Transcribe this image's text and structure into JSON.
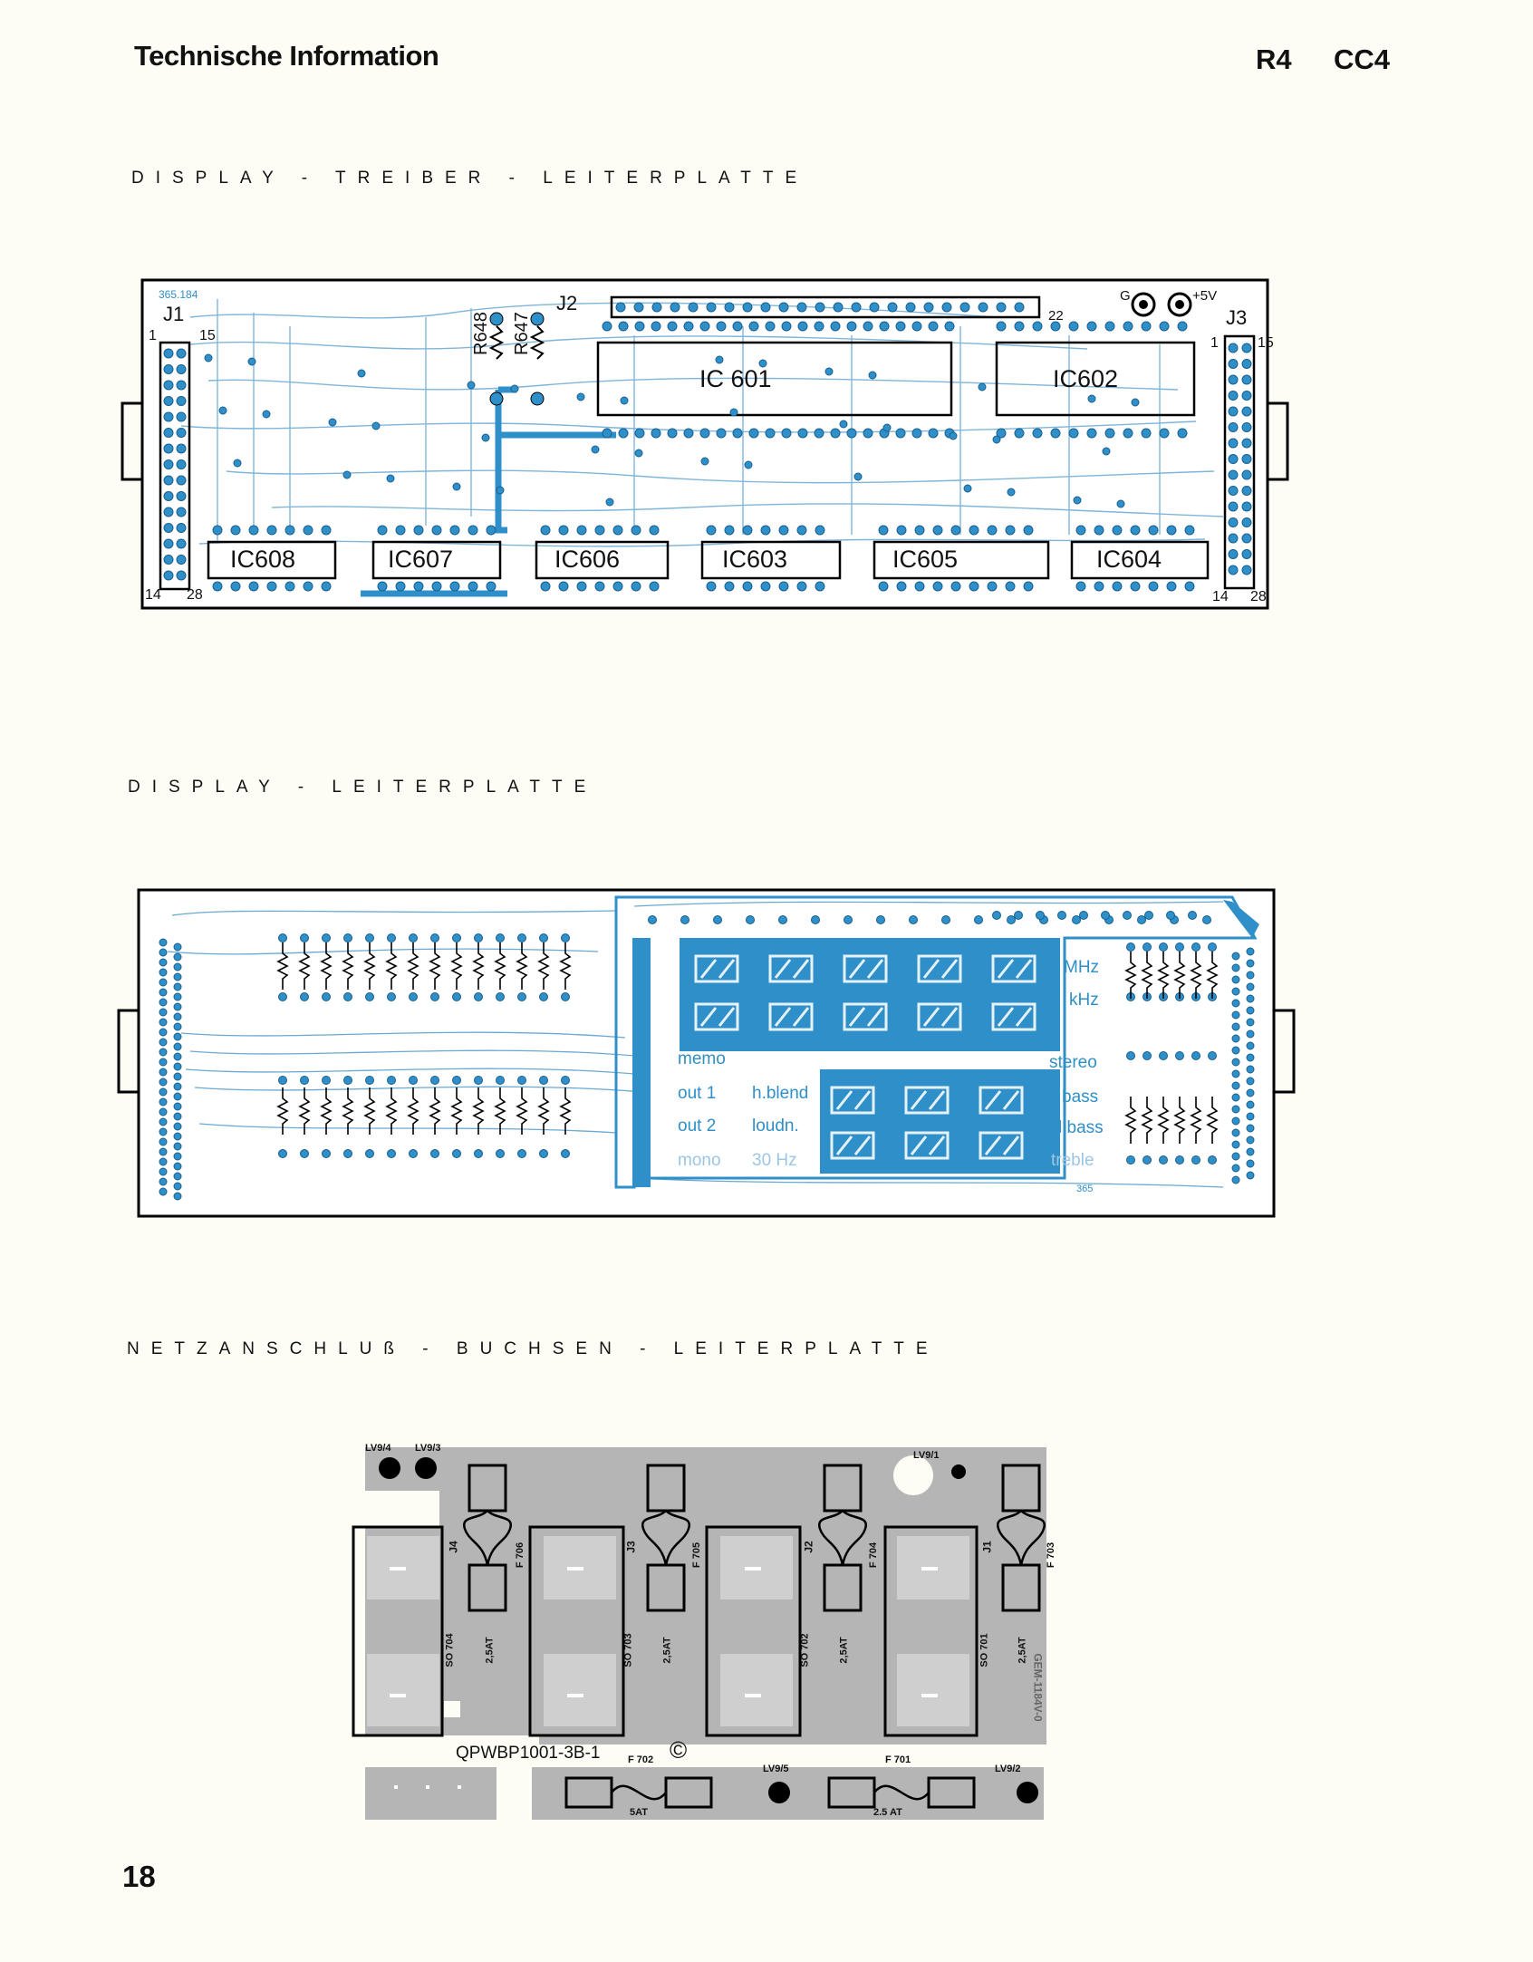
{
  "header": {
    "title": "Technische Information",
    "model_1": "R4",
    "model_2": "CC4"
  },
  "sections": [
    {
      "title": "DISPLAY - TREIBER - LEITERPLATTE"
    },
    {
      "title": "DISPLAY - LEITERPLATTE"
    },
    {
      "title": "NETZANSCHLUß - BUCHSEN - LEITERPLATTE"
    }
  ],
  "driver_board": {
    "board_code": "365.184",
    "connectors": [
      "J1",
      "J2",
      "J3"
    ],
    "pin_labels": [
      "1",
      "15",
      "14",
      "28",
      "22"
    ],
    "resistors": [
      "R648",
      "R647"
    ],
    "power_labels": [
      "G",
      "+5V"
    ],
    "ics": [
      "IC 601",
      "IC602",
      "IC608",
      "IC607",
      "IC606",
      "IC603",
      "IC605",
      "IC604"
    ]
  },
  "display_board": {
    "indicators_left": [
      "memo",
      "out 1",
      "h.blend",
      "out 2",
      "loudn.",
      "mono",
      "30 Hz"
    ],
    "indicators_right": [
      "MHz",
      "kHz",
      "stereo",
      "bass",
      "l.bass",
      "treble"
    ],
    "board_code": "365"
  },
  "power_board": {
    "lv_labels": [
      "LV9/4",
      "LV9/3",
      "LV9/1",
      "LV9/5",
      "LV9/2"
    ],
    "fuses": [
      {
        "name": "F 706",
        "rating": "2,5AT"
      },
      {
        "name": "F 705",
        "rating": "2,5AT"
      },
      {
        "name": "F 704",
        "rating": "2,5AT"
      },
      {
        "name": "F 703",
        "rating": "2,5AT"
      },
      {
        "name": "F 702",
        "rating": "5AT"
      },
      {
        "name": "F 701",
        "rating": "2.5 AT"
      }
    ],
    "sockets": [
      "SO 704",
      "SO 703",
      "SO 702",
      "SO 701"
    ],
    "jumpers": [
      "J4",
      "J3",
      "J2",
      "J1"
    ],
    "part_number": "QPWBP1001-3B-1",
    "copyright": "©",
    "side_code": "GEM-1184V-0"
  },
  "page_number": "18"
}
